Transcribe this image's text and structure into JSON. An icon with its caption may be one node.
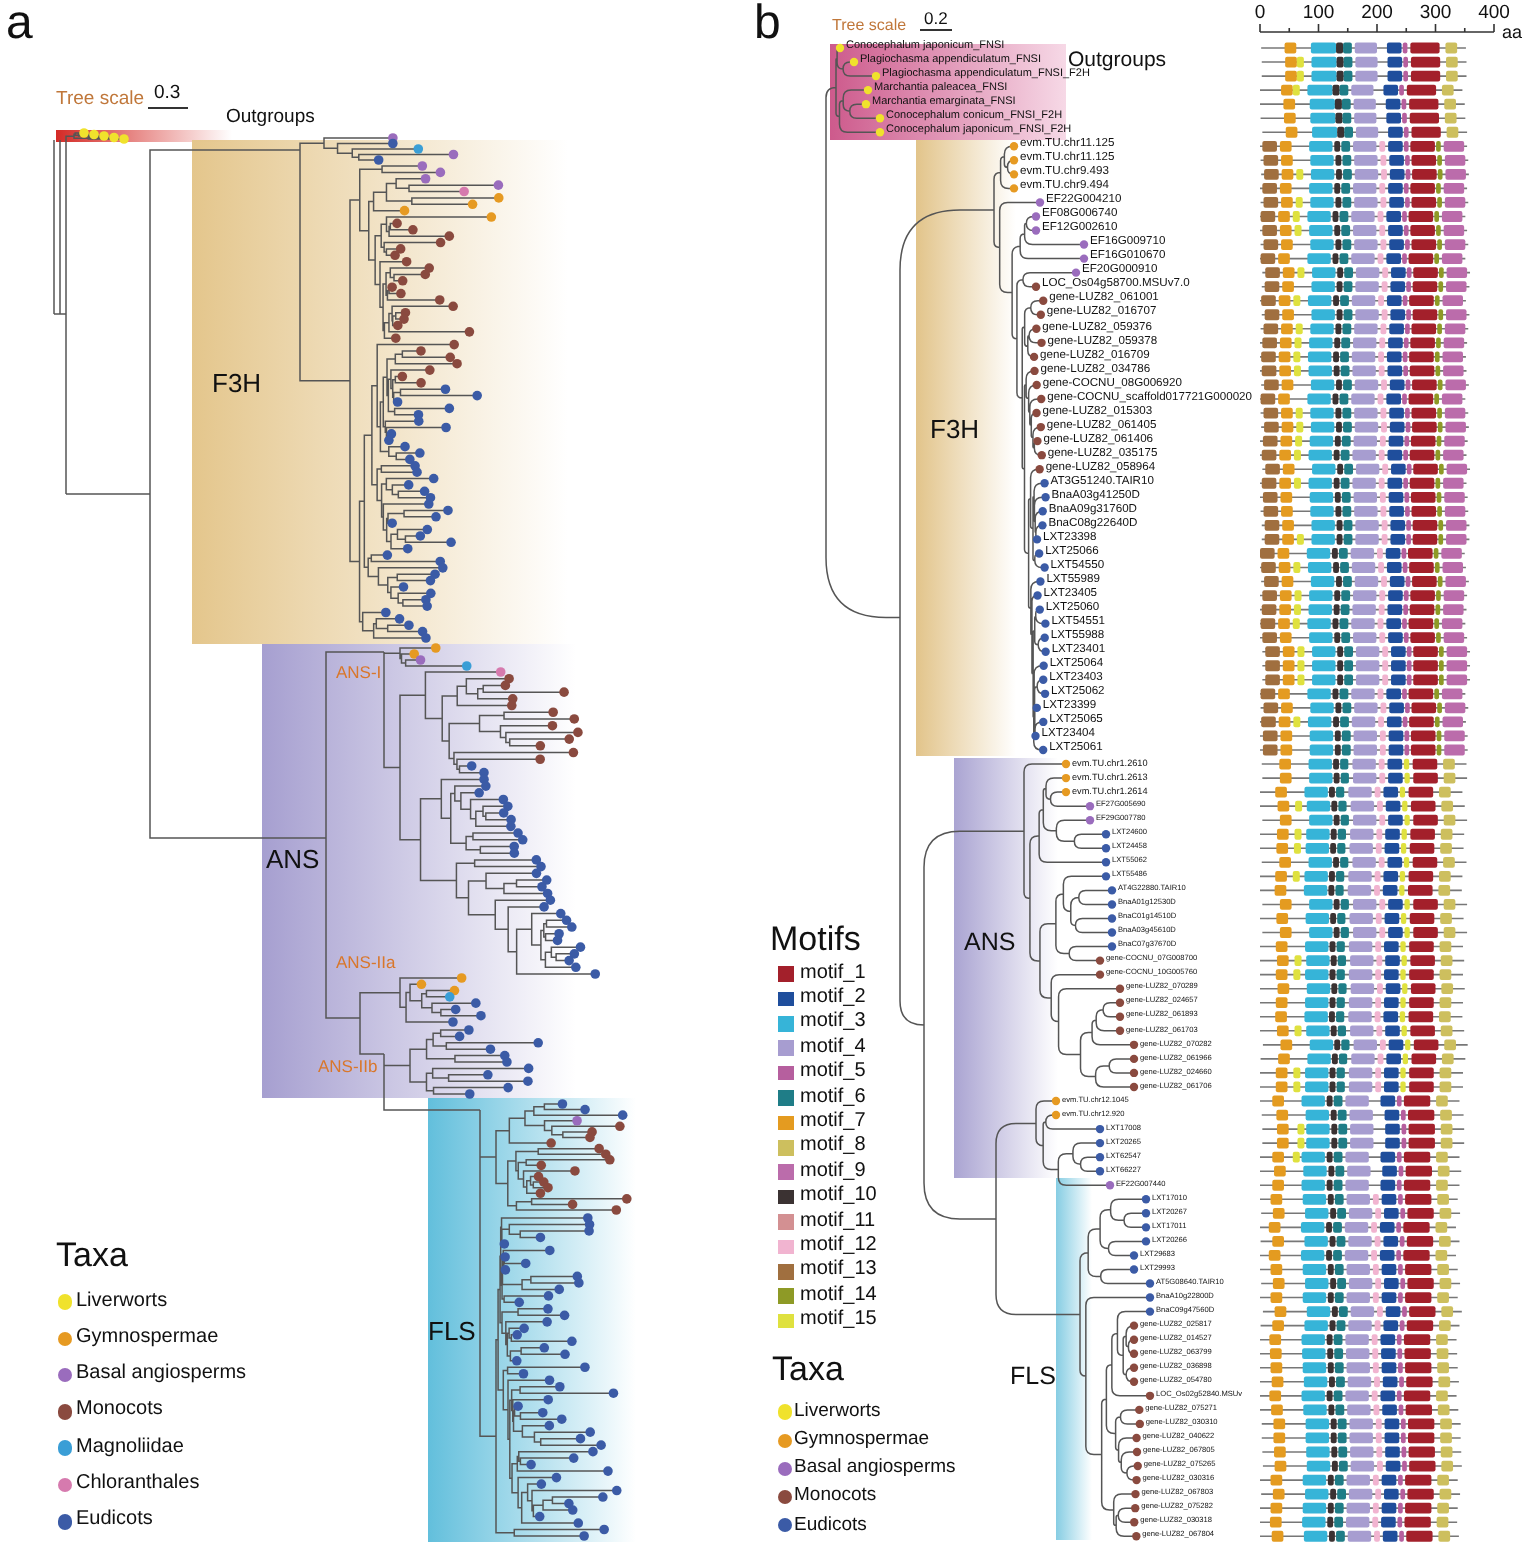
{
  "diagram": {
    "nodes": [
      {
        "text": [
          "Outgroups"
        ]
      },
      {
        "text": [
          "F3H"
        ]
      },
      {
        "text": [
          "ANS",
          "ANS-I",
          "ANS-IIa",
          "ANS-IIb"
        ]
      },
      {
        "text": [
          "FLS"
        ]
      },
      {
        "text": [
          "Conocephalum japonicum_FNSI",
          "Plagiochasma appendiculatum_FNSI",
          "Plagiochasma appendiculatum_FNSI_F2H",
          "Marchantia paleacea_FNSI",
          "Marchantia emarginata_FNSI",
          "Conocephalum conicum_FNSI_F2H",
          "Conocephalum japonicum_FNSI_F2H",
          "Outgroups"
        ]
      },
      {
        "text": [
          "F3H"
        ]
      },
      {
        "text": [
          "ANS"
        ]
      },
      {
        "text": [
          "FLS"
        ]
      }
    ],
    "labels": [
      "a",
      "Tree scale",
      "0.3",
      "b",
      "Tree scale",
      "0.2",
      "0",
      "100",
      "200",
      "300",
      "400",
      "aa",
      "evm.TU.chr11.125",
      "evm.TU.chr11.125",
      "evm.TU.chr9.493",
      "evm.TU.chr9.494",
      "EF22G004210",
      "EF08G006740",
      "EF12G002610",
      "EF16G009710",
      "EF16G010670",
      "EF20G000910",
      "LOC_Os04g58700.MSUv7.0",
      "gene-LUZ82_061001",
      "gene-LUZ82_016707",
      "gene-LUZ82_059376",
      "gene-LUZ82_059378",
      "gene-LUZ82_016709",
      "gene-LUZ82_034786",
      "gene-COCNU_08G006920",
      "gene-COCNU_scaffold017721G000020",
      "gene-LUZ82_015303",
      "gene-LUZ82_061405",
      "gene-LUZ82_061406",
      "gene-LUZ82_035175",
      "gene-LUZ82_058964",
      "AT3G51240.TAIR10",
      "BnaA03g41250D",
      "BnaA09g31760D",
      "BnaC08g22640D",
      "LXT23398",
      "LXT25066",
      "LXT54550",
      "LXT55989",
      "LXT23405",
      "LXT25060",
      "LXT54551",
      "LXT55988",
      "LXT23401",
      "LXT25064",
      "LXT23403",
      "LXT25062",
      "LXT23399",
      "LXT25065",
      "LXT23404",
      "LXT25061",
      "evm.TU.chr1.2610",
      "evm.TU.chr1.2613",
      "evm.TU.chr1.2614",
      "EF27G005690",
      "EF29G007780",
      "LXT24600",
      "LXT24458",
      "LXT55062",
      "LXT55486",
      "AT4G22880.TAIR10",
      "BnaA01g12530D",
      "BnaC01g14510D",
      "BnaA03g45610D",
      "BnaC07g37670D",
      "gene-COCNU_07G008700",
      "gene-COCNU_10G005760",
      "gene-LUZ82_070289",
      "gene-LUZ82_024657",
      "gene-LUZ82_061893",
      "gene-LUZ82_061703",
      "gene-LUZ82_070282",
      "gene-LUZ82_061966",
      "gene-LUZ82_024660",
      "gene-LUZ82_061706",
      "evm.TU.chr12.1045",
      "evm.TU.chr12.920",
      "LXT17008",
      "LXT20265",
      "LXT62547",
      "LXT66227",
      "EF22G007440",
      "LXT17010",
      "LXT20267",
      "LXT17011",
      "LXT20266",
      "LXT29683",
      "LXT29993",
      "AT5G08640.TAIR10",
      "BnaA10g22800D",
      "BnaC09g47560D",
      "gene-LUZ82_025817",
      "gene-LUZ82_014527",
      "gene-LUZ82_063799",
      "gene-LUZ82_036898",
      "gene-LUZ82_054780",
      "LOC_Os02g52840.MSUv",
      "gene-LUZ82_075271",
      "gene-LUZ82_030310",
      "gene-LUZ82_040622",
      "gene-LUZ82_067805",
      "gene-LUZ82_075265",
      "gene-LUZ82_030316",
      "gene-LUZ82_067803",
      "gene-LUZ82_075282",
      "gene-LUZ82_030318",
      "gene-LUZ82_067804",
      "Motifs",
      "Taxa",
      "Taxa"
    ],
    "legend": [
      {
        "text": "motif_1",
        "color": "#a3202b"
      },
      {
        "text": "motif_2",
        "color": "#1f4e9c"
      },
      {
        "text": "motif_3",
        "color": "#36b4d8"
      },
      {
        "text": "motif_4",
        "color": "#a79dd0"
      },
      {
        "text": "motif_5",
        "color": "#b65f9e"
      },
      {
        "text": "motif_6",
        "color": "#1f7d87"
      },
      {
        "text": "motif_7",
        "color": "#e49b20"
      },
      {
        "text": "motif_8",
        "color": "#cdbf5e"
      },
      {
        "text": "motif_9",
        "color": "#bb6cab"
      },
      {
        "text": "motif_10",
        "color": "#3b3232"
      },
      {
        "text": "motif_11",
        "color": "#d39092"
      },
      {
        "text": "motif_12",
        "color": "#f1b4d0"
      },
      {
        "text": "motif_13",
        "color": "#a06f3f"
      },
      {
        "text": "motif_14",
        "color": "#8e9a26"
      },
      {
        "text": "motif_15",
        "color": "#dfe13f"
      },
      {
        "text": "Liverworts",
        "color": "#f0e22c"
      },
      {
        "text": "Gymnospermae",
        "color": "#e69a22"
      },
      {
        "text": "Basal angiosperms",
        "color": "#9a6cbd"
      },
      {
        "text": "Monocots",
        "color": "#8a4a3f"
      },
      {
        "text": "Magnoliidae",
        "color": "#3a9ed6"
      },
      {
        "text": "Chloranthales",
        "color": "#d67aae"
      },
      {
        "text": "Eudicots",
        "color": "#3b5ba6"
      },
      {
        "text": "Liverworts",
        "color": "#f0e22c"
      },
      {
        "text": "Gymnospermae",
        "color": "#e69a22"
      },
      {
        "text": "Basal angiosperms",
        "color": "#9a6cbd"
      },
      {
        "text": "Monocots",
        "color": "#8a4a3f"
      },
      {
        "text": "Eudicots",
        "color": "#3b5ba6"
      }
    ]
  }
}
